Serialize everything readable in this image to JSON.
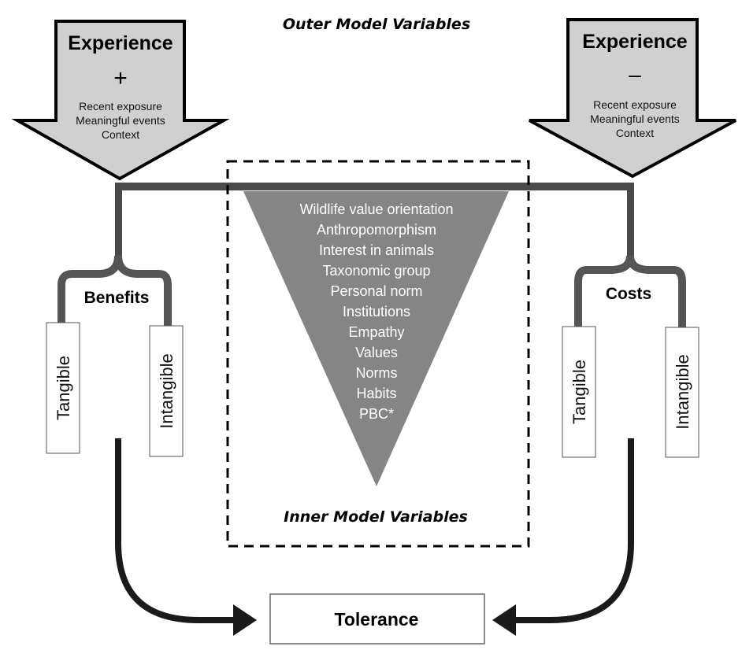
{
  "outer_title": "Outer Model Variables",
  "inner_title": "Inner  Model Variables",
  "experience_positive": {
    "title": "Experience",
    "sign": "+",
    "items": [
      "Recent exposure",
      "Meaningful events",
      "Context"
    ]
  },
  "experience_negative": {
    "title": "Experience",
    "sign": "–",
    "items": [
      "Recent exposure",
      "Meaningful events",
      "Context"
    ]
  },
  "inner_variables": [
    "Wildlife value orientation",
    "Anthropomorphism",
    "Interest in animals",
    "Taxonomic group",
    "Personal norm",
    "Institutions",
    "Empathy",
    "Values",
    "Norms",
    "Habits",
    "PBC*"
  ],
  "benefits": {
    "label": "Benefits",
    "left": "Tangible",
    "right": "Intangible"
  },
  "costs": {
    "label": "Costs",
    "left": "Tangible",
    "right": "Intangible"
  },
  "outcome": "Tolerance",
  "colors": {
    "arrow_fill": "#d0d0d0",
    "connector": "#4a4a4a",
    "triangle": "#858585",
    "curve_arrow": "#1a1a1a"
  }
}
